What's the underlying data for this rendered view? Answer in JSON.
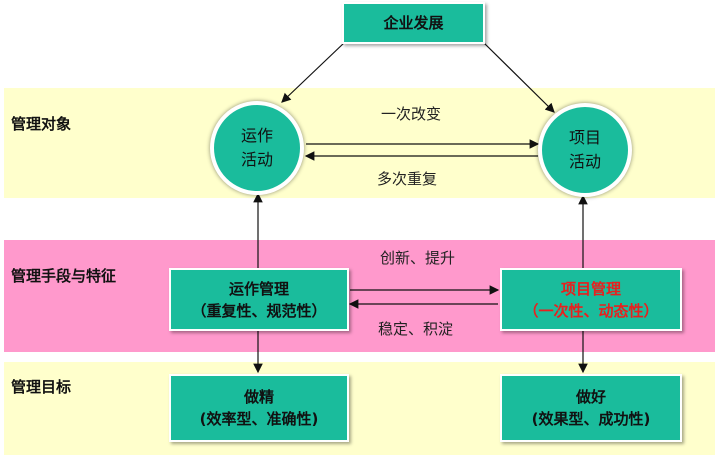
{
  "top_node": {
    "label": "企业发展"
  },
  "bands": [
    {
      "label": "管理对象"
    },
    {
      "label": "管理手段与特征"
    },
    {
      "label": "管理目标"
    }
  ],
  "circles": {
    "operation": {
      "line1": "运作",
      "line2": "活动"
    },
    "project": {
      "line1": "项目",
      "line2": "活动"
    }
  },
  "edge_labels": {
    "once_change": "一次改变",
    "repeat_often": "多次重复",
    "innovate": "创新、提升",
    "stable": "稳定、积淀"
  },
  "middle_boxes": {
    "operation_mgmt": {
      "line1": "运作管理",
      "line2": "（重复性、规范性）"
    },
    "project_mgmt": {
      "line1": "项目管理",
      "line2": "（一次性、动态性）",
      "color": "#e8201e"
    }
  },
  "bottom_boxes": {
    "do_precise": {
      "line1": "做精",
      "line2": "(效率型、准确性)"
    },
    "do_well": {
      "line1": "做好",
      "line2": "(效果型、成功性)"
    }
  },
  "colors": {
    "node_fill": "#1abc9c",
    "band_yellow": "#ffffcc",
    "band_pink": "#ff99cc"
  }
}
